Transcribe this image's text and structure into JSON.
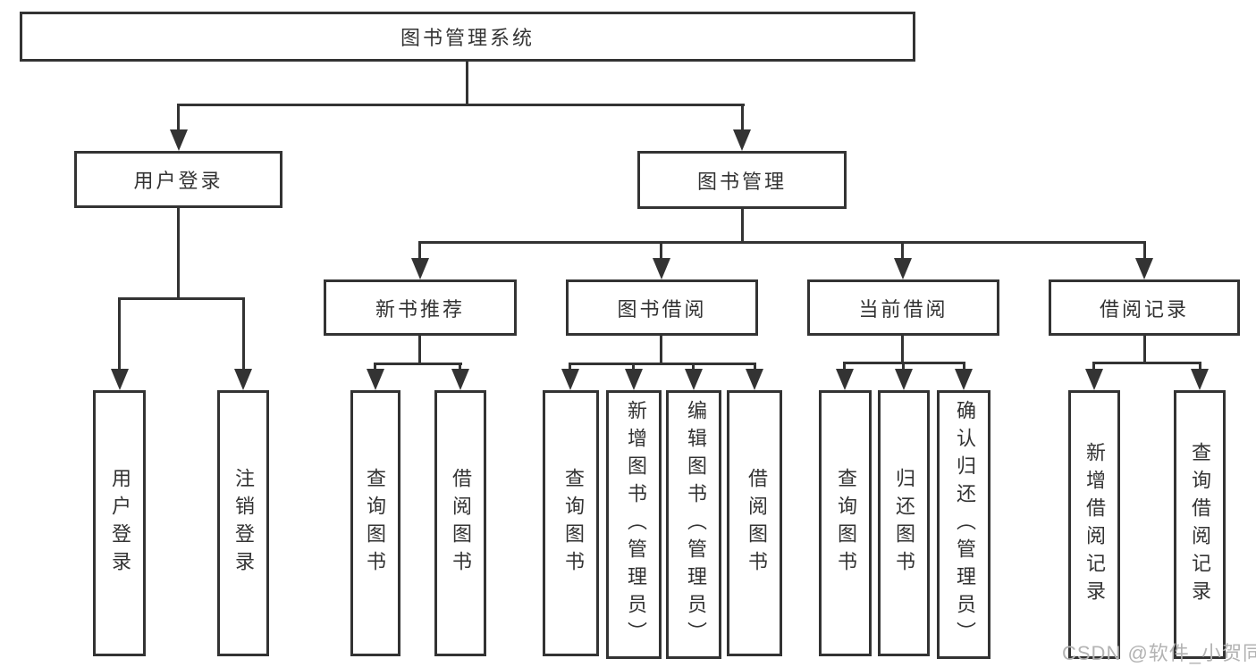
{
  "diagram": {
    "type": "tree-hierarchy",
    "watermark": "CSDN @软件_小贺同学",
    "colors": {
      "line": "#333333",
      "text": "#333333",
      "watermark": "#b3b3b3",
      "background": "#ffffff"
    },
    "tree": {
      "label": "图书管理系统",
      "children": [
        {
          "label": "用户登录",
          "children": [
            {
              "label": "用户登录"
            },
            {
              "label": "注销登录"
            }
          ]
        },
        {
          "label": "图书管理",
          "children": [
            {
              "label": "新书推荐",
              "children": [
                {
                  "label": "查询图书"
                },
                {
                  "label": "借阅图书"
                }
              ]
            },
            {
              "label": "图书借阅",
              "children": [
                {
                  "label": "查询图书"
                },
                {
                  "label": "新增图书（管理员）"
                },
                {
                  "label": "编辑图书（管理员）"
                },
                {
                  "label": "借阅图书"
                }
              ]
            },
            {
              "label": "当前借阅",
              "children": [
                {
                  "label": "查询图书"
                },
                {
                  "label": "归还图书"
                },
                {
                  "label": "确认归还（管理员）"
                }
              ]
            },
            {
              "label": "借阅记录",
              "children": [
                {
                  "label": "新增借阅记录"
                },
                {
                  "label": "查询借阅记录"
                }
              ]
            }
          ]
        }
      ]
    }
  }
}
